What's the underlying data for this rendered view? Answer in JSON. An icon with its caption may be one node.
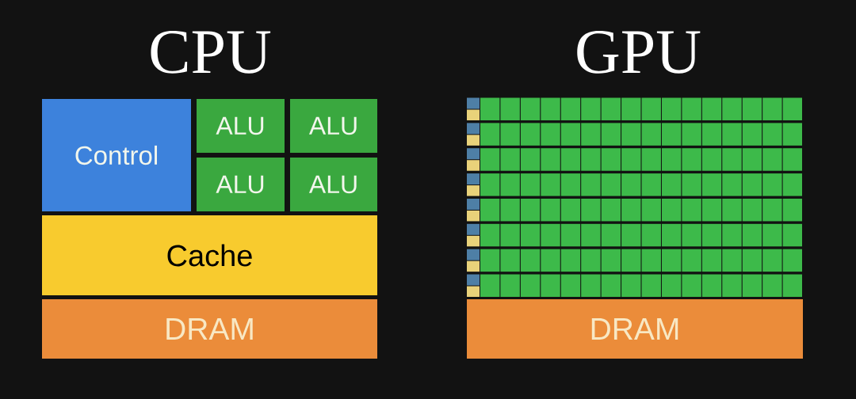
{
  "diagram": {
    "nodes": [
      {
        "text": [
          "Control"
        ]
      },
      {
        "text": [
          "ALU"
        ]
      },
      {
        "text": [
          "ALU"
        ]
      },
      {
        "text": [
          "ALU"
        ]
      },
      {
        "text": [
          "ALU"
        ]
      },
      {
        "text": [
          "Cache"
        ]
      },
      {
        "text": [
          "DRAM"
        ]
      },
      {
        "text": [],
        "shape": "box"
      },
      {
        "text": [],
        "shape": "box"
      },
      {
        "text": [],
        "shape": "box"
      },
      {
        "text": [],
        "shape": "box"
      },
      {
        "text": [],
        "shape": "box"
      },
      {
        "text": [],
        "shape": "box"
      },
      {
        "text": [],
        "shape": "box"
      },
      {
        "text": [],
        "shape": "box"
      },
      {
        "text": [],
        "shape": "box"
      },
      {
        "text": [],
        "shape": "box"
      },
      {
        "text": [],
        "shape": "box"
      },
      {
        "text": [],
        "shape": "box"
      },
      {
        "text": [],
        "shape": "box"
      },
      {
        "text": [],
        "shape": "box"
      },
      {
        "text": [],
        "shape": "box"
      },
      {
        "text": [],
        "shape": "box"
      },
      {
        "text": [],
        "shape": "box"
      },
      {
        "text": [],
        "shape": "box"
      },
      {
        "text": [],
        "shape": "box"
      },
      {
        "text": [],
        "shape": "box"
      },
      {
        "text": [],
        "shape": "box"
      },
      {
        "text": [],
        "shape": "box"
      },
      {
        "text": [],
        "shape": "box"
      },
      {
        "text": [],
        "shape": "box"
      },
      {
        "text": [],
        "shape": "box"
      },
      {
        "text": [],
        "shape": "box"
      },
      {
        "text": [],
        "shape": "box"
      },
      {
        "text": [],
        "shape": "box"
      },
      {
        "text": [],
        "shape": "box"
      },
      {
        "text": [],
        "shape": "box"
      },
      {
        "text": [],
        "shape": "box"
      },
      {
        "text": [],
        "shape": "box"
      },
      {
        "text": [],
        "shape": "box"
      },
      {
        "text": [],
        "shape": "box"
      },
      {
        "text": [],
        "shape": "box"
      },
      {
        "text": [],
        "shape": "box"
      },
      {
        "text": [],
        "shape": "box"
      },
      {
        "text": [],
        "shape": "box"
      },
      {
        "text": [],
        "shape": "box"
      },
      {
        "text": [],
        "shape": "box"
      },
      {
        "text": [],
        "shape": "box"
      },
      {
        "text": [],
        "shape": "box"
      },
      {
        "text": [],
        "shape": "box"
      },
      {
        "text": [],
        "shape": "box"
      },
      {
        "text": [],
        "shape": "box"
      },
      {
        "text": [],
        "shape": "box"
      },
      {
        "text": [],
        "shape": "box"
      },
      {
        "text": [],
        "shape": "box"
      },
      {
        "text": [],
        "shape": "box"
      },
      {
        "text": [],
        "shape": "box"
      },
      {
        "text": [],
        "shape": "box"
      },
      {
        "text": [],
        "shape": "box"
      },
      {
        "text": [],
        "shape": "box"
      },
      {
        "text": [],
        "shape": "box"
      },
      {
        "text": [],
        "shape": "box"
      },
      {
        "text": [],
        "shape": "box"
      },
      {
        "text": [],
        "shape": "box"
      },
      {
        "text": [],
        "shape": "box"
      },
      {
        "text": [],
        "shape": "box"
      },
      {
        "text": [],
        "shape": "box"
      },
      {
        "text": [],
        "shape": "box"
      },
      {
        "text": [],
        "shape": "box"
      },
      {
        "text": [],
        "shape": "box"
      },
      {
        "text": [],
        "shape": "box"
      },
      {
        "text": [],
        "shape": "box"
      },
      {
        "text": [],
        "shape": "box"
      },
      {
        "text": [],
        "shape": "box"
      },
      {
        "text": [],
        "shape": "box"
      },
      {
        "text": [],
        "shape": "box"
      },
      {
        "text": [],
        "shape": "box"
      },
      {
        "text": [],
        "shape": "box"
      },
      {
        "text": [],
        "shape": "box"
      },
      {
        "text": [],
        "shape": "box"
      },
      {
        "text": [],
        "shape": "box"
      },
      {
        "text": [],
        "shape": "box"
      },
      {
        "text": [],
        "shape": "box"
      },
      {
        "text": [],
        "shape": "box"
      },
      {
        "text": [],
        "shape": "box"
      },
      {
        "text": [],
        "shape": "box"
      },
      {
        "text": [],
        "shape": "box"
      },
      {
        "text": [],
        "shape": "box"
      },
      {
        "text": [],
        "shape": "box"
      },
      {
        "text": [],
        "shape": "box"
      },
      {
        "text": [],
        "shape": "box"
      },
      {
        "text": [],
        "shape": "box"
      },
      {
        "text": [],
        "shape": "box"
      },
      {
        "text": [],
        "shape": "box"
      },
      {
        "text": [],
        "shape": "box"
      },
      {
        "text": [],
        "shape": "box"
      },
      {
        "text": [],
        "shape": "box"
      },
      {
        "text": [],
        "shape": "box"
      },
      {
        "text": [],
        "shape": "box"
      },
      {
        "text": [],
        "shape": "box"
      },
      {
        "text": [],
        "shape": "box"
      },
      {
        "text": [],
        "shape": "box"
      },
      {
        "text": [],
        "shape": "box"
      },
      {
        "text": [],
        "shape": "box"
      },
      {
        "text": [],
        "shape": "box"
      },
      {
        "text": [],
        "shape": "box"
      },
      {
        "text": [],
        "shape": "box"
      },
      {
        "text": [],
        "shape": "box"
      },
      {
        "text": [],
        "shape": "box"
      },
      {
        "text": [],
        "shape": "box"
      },
      {
        "text": [],
        "shape": "box"
      },
      {
        "text": [],
        "shape": "box"
      },
      {
        "text": [],
        "shape": "box"
      },
      {
        "text": [],
        "shape": "box"
      },
      {
        "text": [],
        "shape": "box"
      },
      {
        "text": [],
        "shape": "box"
      },
      {
        "text": [],
        "shape": "box"
      },
      {
        "text": [],
        "shape": "box"
      },
      {
        "text": [],
        "shape": "box"
      },
      {
        "text": [],
        "shape": "box"
      },
      {
        "text": [],
        "shape": "box"
      },
      {
        "text": [],
        "shape": "box"
      },
      {
        "text": [],
        "shape": "box"
      },
      {
        "text": [],
        "shape": "box"
      },
      {
        "text": [],
        "shape": "box"
      },
      {
        "text": [],
        "shape": "box"
      },
      {
        "text": [],
        "shape": "box"
      },
      {
        "text": [],
        "shape": "box"
      },
      {
        "text": [],
        "shape": "box"
      },
      {
        "text": [],
        "shape": "box"
      },
      {
        "text": [],
        "shape": "box"
      },
      {
        "text": [],
        "shape": "box"
      },
      {
        "text": [],
        "shape": "box"
      },
      {
        "text": [],
        "shape": "box"
      },
      {
        "text": [],
        "shape": "box"
      },
      {
        "text": [],
        "shape": "box"
      },
      {
        "text": [],
        "shape": "box"
      },
      {
        "text": [],
        "shape": "box"
      },
      {
        "text": [],
        "shape": "box"
      },
      {
        "text": [],
        "shape": "box"
      },
      {
        "text": [],
        "shape": "box"
      },
      {
        "text": [],
        "shape": "box"
      },
      {
        "text": [],
        "shape": "box"
      },
      {
        "text": [],
        "shape": "box"
      },
      {
        "text": [],
        "shape": "box"
      },
      {
        "text": [],
        "shape": "box"
      },
      {
        "text": [],
        "shape": "box"
      },
      {
        "text": [],
        "shape": "box"
      },
      {
        "text": [],
        "shape": "box"
      },
      {
        "text": [],
        "shape": "box"
      },
      {
        "text": [],
        "shape": "box"
      },
      {
        "text": [
          "DRAM"
        ]
      }
    ],
    "labels": [
      "CPU",
      "GPU"
    ]
  }
}
